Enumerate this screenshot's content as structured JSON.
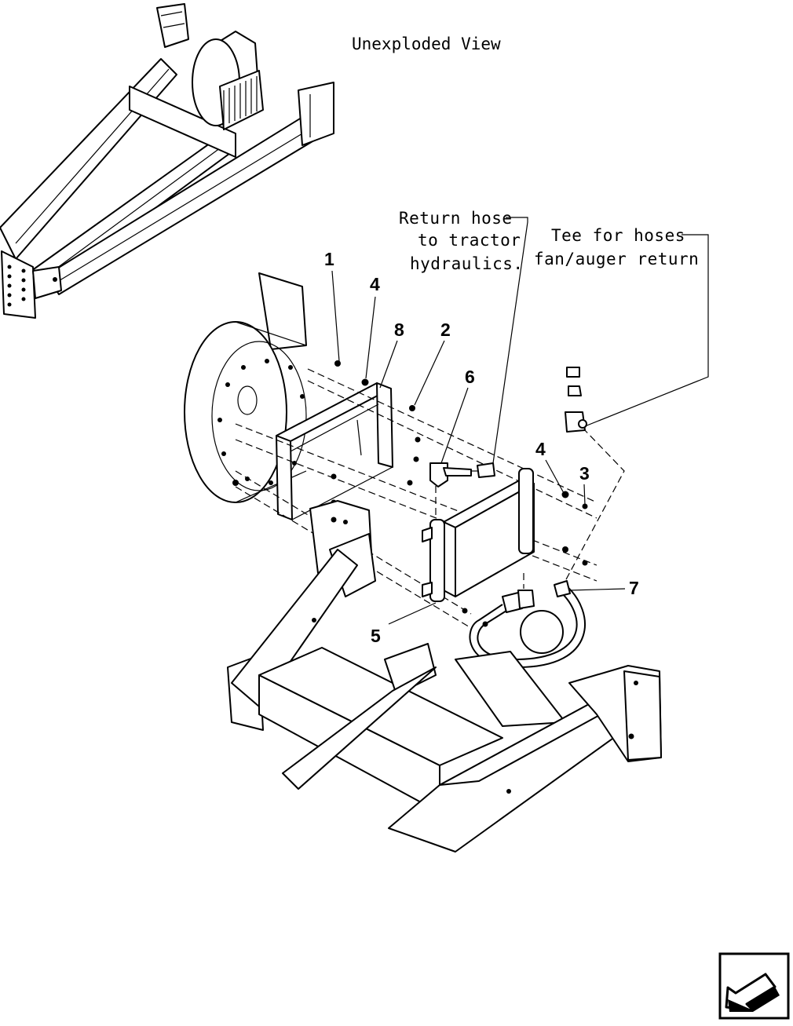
{
  "title": "Unexploded View",
  "notes": {
    "return_hose_line1": "Return hose",
    "return_hose_line2": "to tractor",
    "return_hose_line3": "hydraulics.",
    "tee_line1": "Tee for hoses",
    "tee_line2": "fan/auger return"
  },
  "callouts": {
    "c1": "1",
    "c4a": "4",
    "c8": "8",
    "c2": "2",
    "c6": "6",
    "c4b": "4",
    "c3": "3",
    "c7": "7",
    "c5": "5"
  },
  "nav": {
    "icon": "next-page-arrow-icon"
  }
}
